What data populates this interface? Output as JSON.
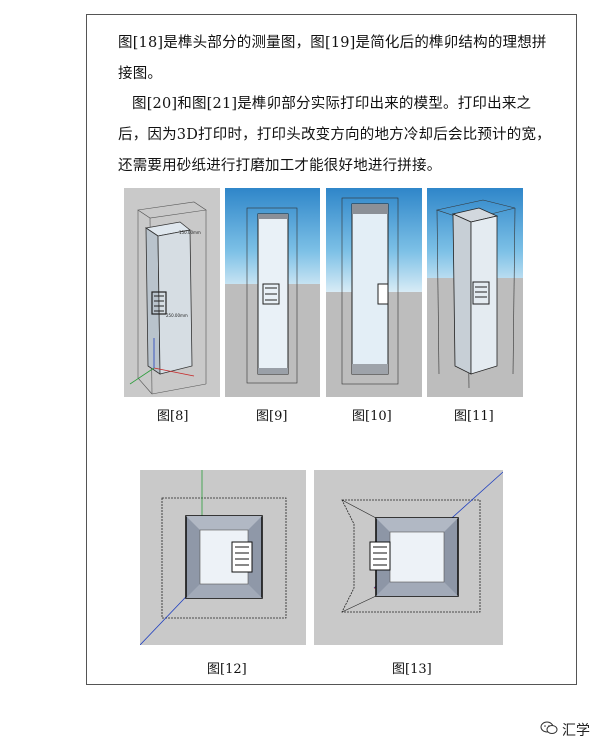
{
  "paragraphs": [
    "图[18]是榫头部分的测量图，图[19]是简化后的榫卯结构的理想拼接图。",
    "图[20]和图[21]是榫卯部分实际打印出来的模型。打印出来之后，因为3D打印时，打印头改变方向的地方冷却后会比预计的宽，还需要用砂纸进行打磨加工才能很好地进行拼接。"
  ],
  "figures": {
    "fig8": {
      "caption": "图[8]",
      "dim_top": "150.00mm",
      "dim_mid": "250.00mm"
    },
    "fig9": {
      "caption": "图[9]"
    },
    "fig10": {
      "caption": "图[10]"
    },
    "fig11": {
      "caption": "图[11]"
    },
    "fig12": {
      "caption": "图[12]"
    },
    "fig13": {
      "caption": "图[13]"
    }
  },
  "watermark": {
    "text": "汇学",
    "icon": "wechat-icon"
  }
}
